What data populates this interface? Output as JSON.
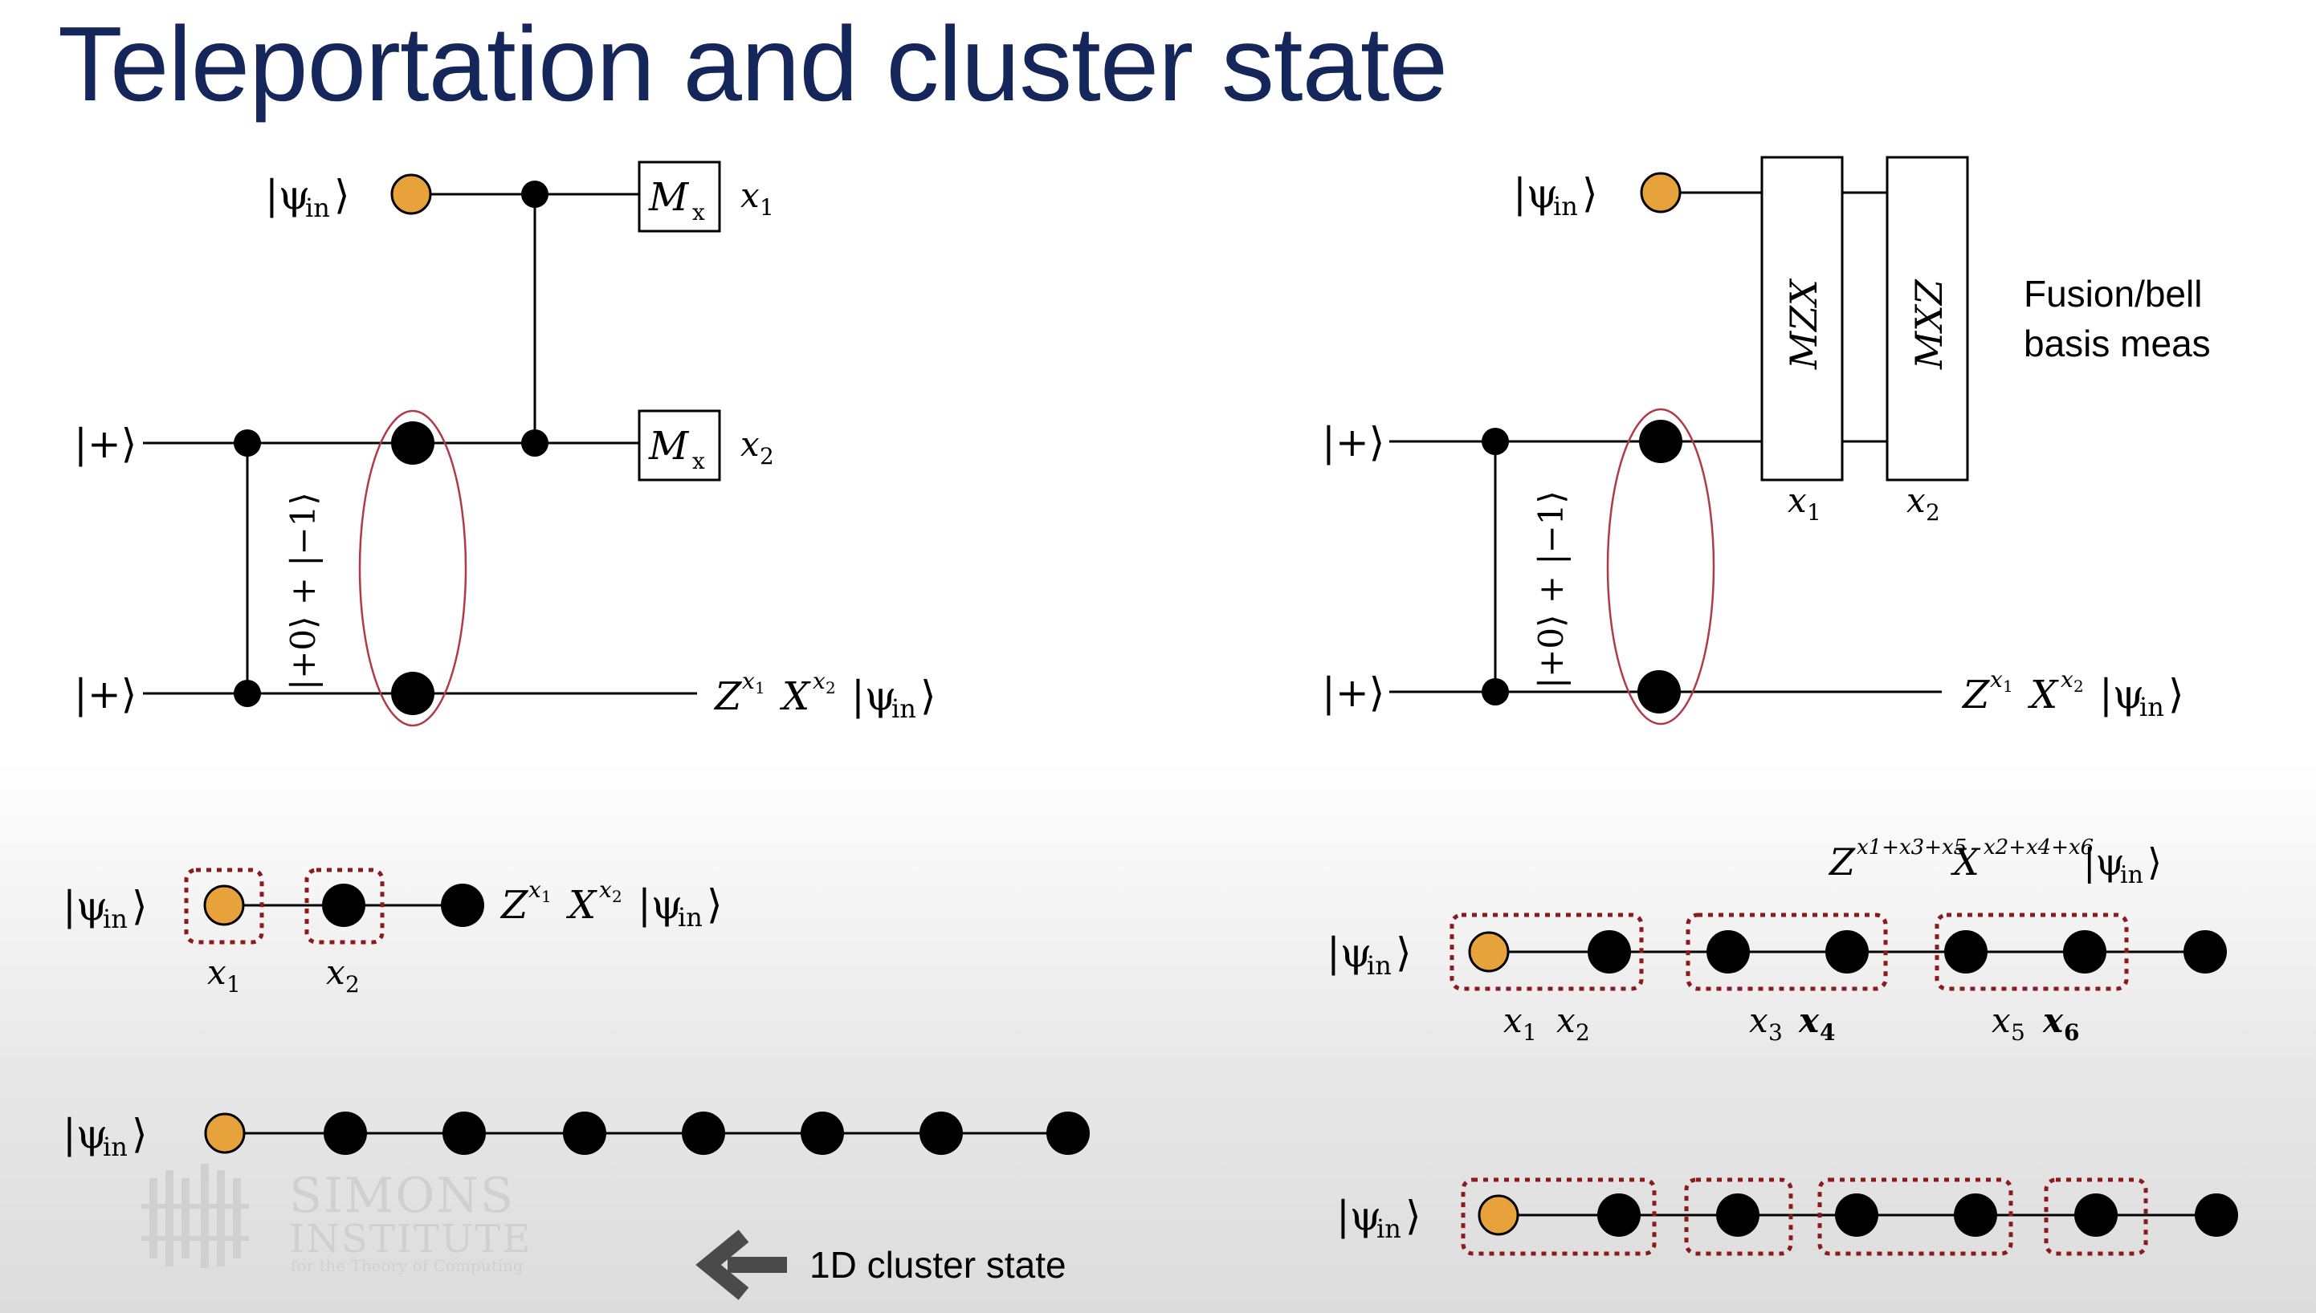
{
  "title": "Teleportation and cluster state",
  "labels": {
    "psi_in": "|ψin⟩",
    "psi_main": "|ψ",
    "psi_sub": "in",
    "psi_close": "⟩",
    "plus": "|+⟩",
    "bell_vertical": "|+0⟩ + |−1⟩",
    "Mx_main": "M",
    "Mx_sub": "x",
    "MZX": "MZX",
    "MXZ": "MXZ",
    "x1": "x",
    "out_Z": "Z",
    "out_X": "X",
    "fusion_line1": "Fusion/bell",
    "fusion_line2": "basis meas",
    "cluster_caption": "1D cluster state",
    "big_exp_z": "x1+x3+x5",
    "big_exp_x": "x2+x4+x6"
  },
  "subscripts": [
    "1",
    "2",
    "3",
    "4",
    "5",
    "6"
  ],
  "logo": {
    "line1": "SIMONS",
    "line2": "INSTITUTE",
    "line3": "for the Theory of Computing"
  },
  "colors": {
    "title": "#14265a",
    "orange_qubit": "#e8a23c",
    "ellipse": "#b03a48",
    "dashed_box": "#8b1a1a"
  }
}
